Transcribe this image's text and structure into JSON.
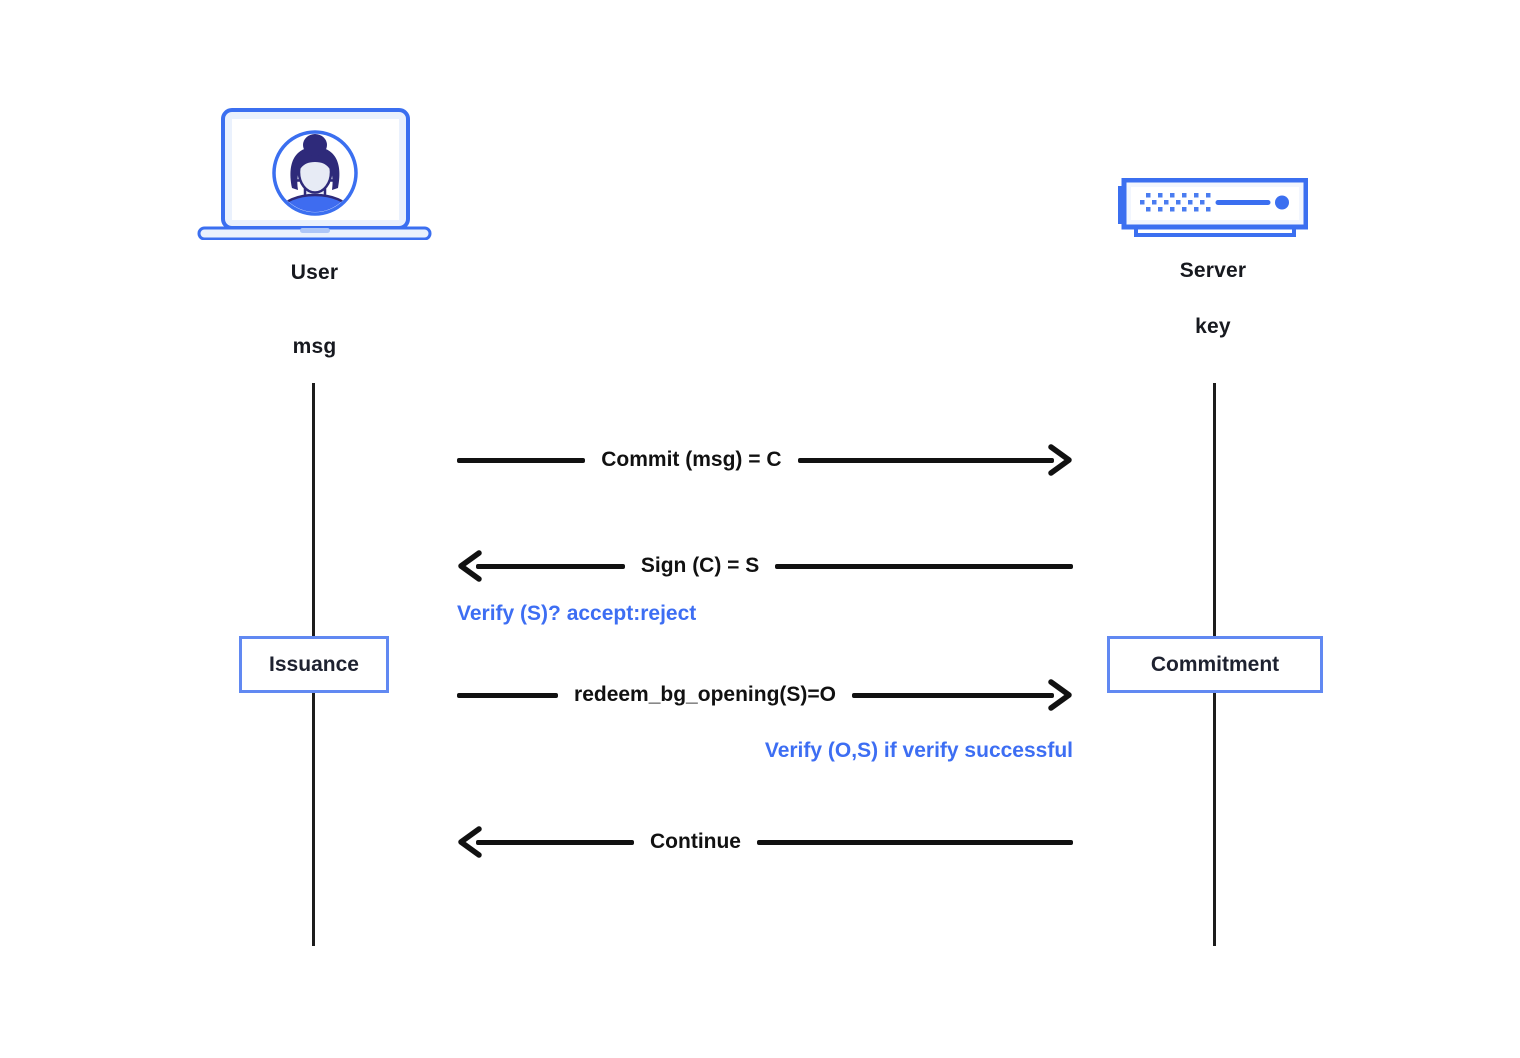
{
  "diagram": {
    "actors": [
      {
        "name": "User",
        "param": "msg",
        "icon": "user-laptop-icon"
      },
      {
        "name": "Server",
        "param": "key",
        "icon": "server-icon"
      }
    ],
    "messages": [
      {
        "label": "Commit (msg) = C",
        "direction": "right"
      },
      {
        "label": "Sign (C) = S",
        "direction": "left"
      },
      {
        "label": "redeem_bg_opening(S)=O",
        "direction": "right"
      },
      {
        "label": "Continue",
        "direction": "left"
      }
    ],
    "notes": [
      {
        "text": "Verify (S)? accept:reject",
        "align": "left"
      },
      {
        "text": "Verify (O,S) if verify successful",
        "align": "right"
      }
    ],
    "phases": [
      {
        "label": "Issuance",
        "lane": "User"
      },
      {
        "label": "Commitment",
        "lane": "Server"
      }
    ],
    "colors": {
      "accent_blue": "#3b6ff0",
      "box_border_blue": "#6189f2",
      "note_blue": "#3d6ef3",
      "light_blue_fill": "#eaf1fd",
      "avatar_dark": "#2e2a7a",
      "line_black": "#111111"
    }
  }
}
